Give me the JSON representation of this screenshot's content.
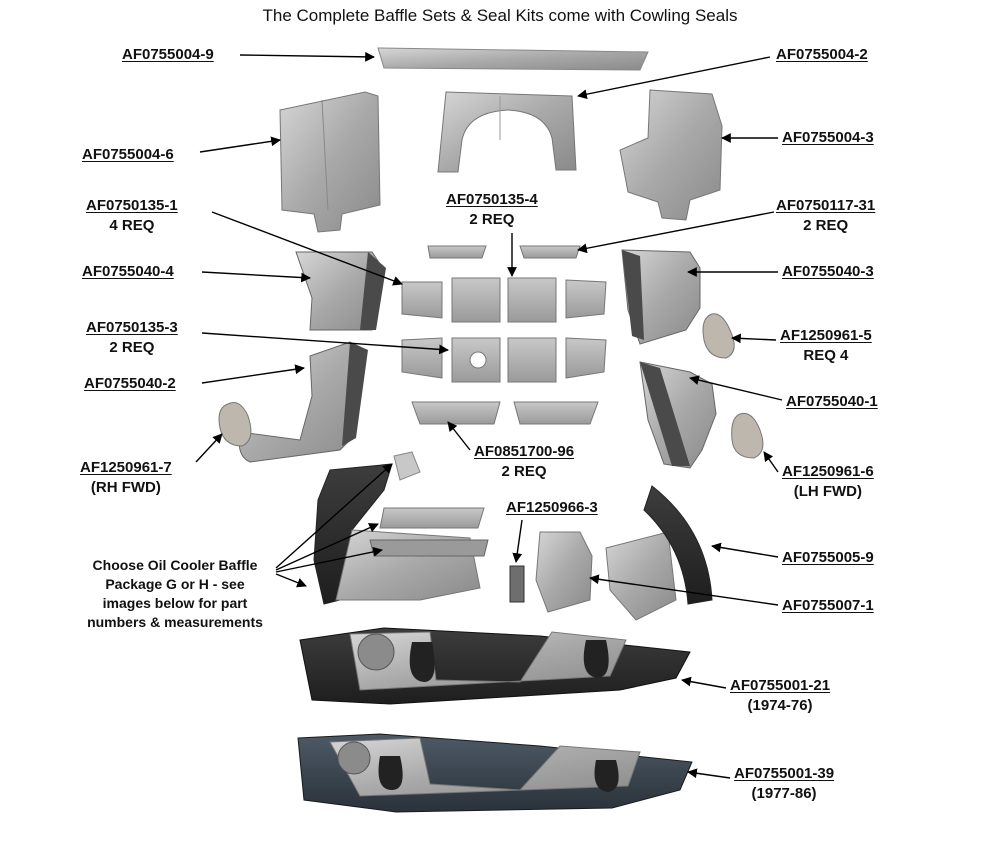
{
  "title": "The Complete Baffle Sets & Seal Kits come with Cowling Seals",
  "note": [
    "Choose Oil Cooler Baffle",
    "Package G or H - see",
    "images below for part",
    "numbers & measurements"
  ],
  "labels": [
    {
      "id": "af0755004-9",
      "part": "AF0755004-9",
      "sub": ""
    },
    {
      "id": "af0755004-2",
      "part": "AF0755004-2",
      "sub": ""
    },
    {
      "id": "af0755004-6",
      "part": "AF0755004-6",
      "sub": ""
    },
    {
      "id": "af0755004-3",
      "part": "AF0755004-3",
      "sub": ""
    },
    {
      "id": "af0750135-1",
      "part": "AF0750135-1",
      "sub": "4 REQ"
    },
    {
      "id": "af0750135-4",
      "part": "AF0750135-4",
      "sub": "2 REQ"
    },
    {
      "id": "af0750117-31",
      "part": "AF0750117-31",
      "sub": "2 REQ"
    },
    {
      "id": "af0755040-4",
      "part": "AF0755040-4",
      "sub": ""
    },
    {
      "id": "af0755040-3",
      "part": "AF0755040-3",
      "sub": ""
    },
    {
      "id": "af0750135-3",
      "part": "AF0750135-3",
      "sub": "2 REQ"
    },
    {
      "id": "af1250961-5",
      "part": "AF1250961-5",
      "sub": "REQ 4"
    },
    {
      "id": "af0755040-2",
      "part": "AF0755040-2",
      "sub": ""
    },
    {
      "id": "af0755040-1",
      "part": "AF0755040-1",
      "sub": ""
    },
    {
      "id": "af0851700-96",
      "part": "AF0851700-96",
      "sub": "2 REQ"
    },
    {
      "id": "af1250961-7",
      "part": "AF1250961-7",
      "sub": "(RH FWD)"
    },
    {
      "id": "af1250961-6",
      "part": "AF1250961-6",
      "sub": "(LH FWD)"
    },
    {
      "id": "af1250966-3",
      "part": "AF1250966-3",
      "sub": ""
    },
    {
      "id": "af0755005-9",
      "part": "AF0755005-9",
      "sub": ""
    },
    {
      "id": "af0755007-1",
      "part": "AF0755007-1",
      "sub": ""
    },
    {
      "id": "af0755001-21",
      "part": "AF0755001-21",
      "sub": "(1974-76)"
    },
    {
      "id": "af0755001-39",
      "part": "AF0755001-39",
      "sub": "(1977-86)"
    }
  ]
}
